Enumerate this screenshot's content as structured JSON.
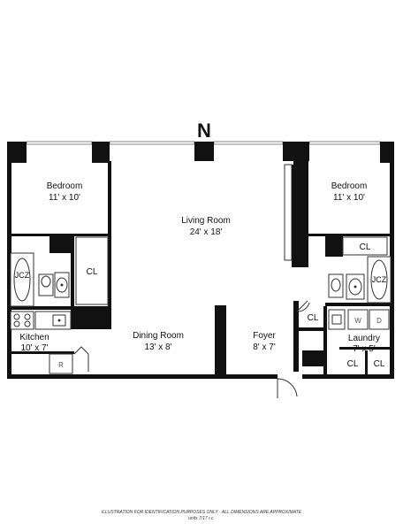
{
  "compass": {
    "label": "N"
  },
  "rooms": {
    "bedroom_left": {
      "name": "Bedroom",
      "dim": "11' x 10'"
    },
    "bedroom_right": {
      "name": "Bedroom",
      "dim": "11' x 10'"
    },
    "living": {
      "name": "Living Room",
      "dim": "24' x 18'"
    },
    "dining": {
      "name": "Dining Room",
      "dim": "13' x 8'"
    },
    "foyer": {
      "name": "Foyer",
      "dim": "8' x 7'"
    },
    "kitchen": {
      "name": "Kitchen",
      "dim": "10' x 7'"
    },
    "laundry": {
      "name": "Laundry",
      "dim": "7' x 5'"
    }
  },
  "labels": {
    "cl_left": "CL",
    "cl_right_top": "CL",
    "cl_foyer": "CL",
    "cl_laundry_1": "CL",
    "cl_laundry_2": "CL",
    "jcz_left": "JCZ",
    "jcz_right": "JCZ",
    "fridge": "R",
    "washer": "W",
    "dryer": "D"
  },
  "footer": {
    "line1": "ILLUSTRATION FOR IDENTIFICATION PURPOSES ONLY · ALL DIMENSIONS ARE APPROXIMATE",
    "line2": "units 7/17 r.c."
  }
}
